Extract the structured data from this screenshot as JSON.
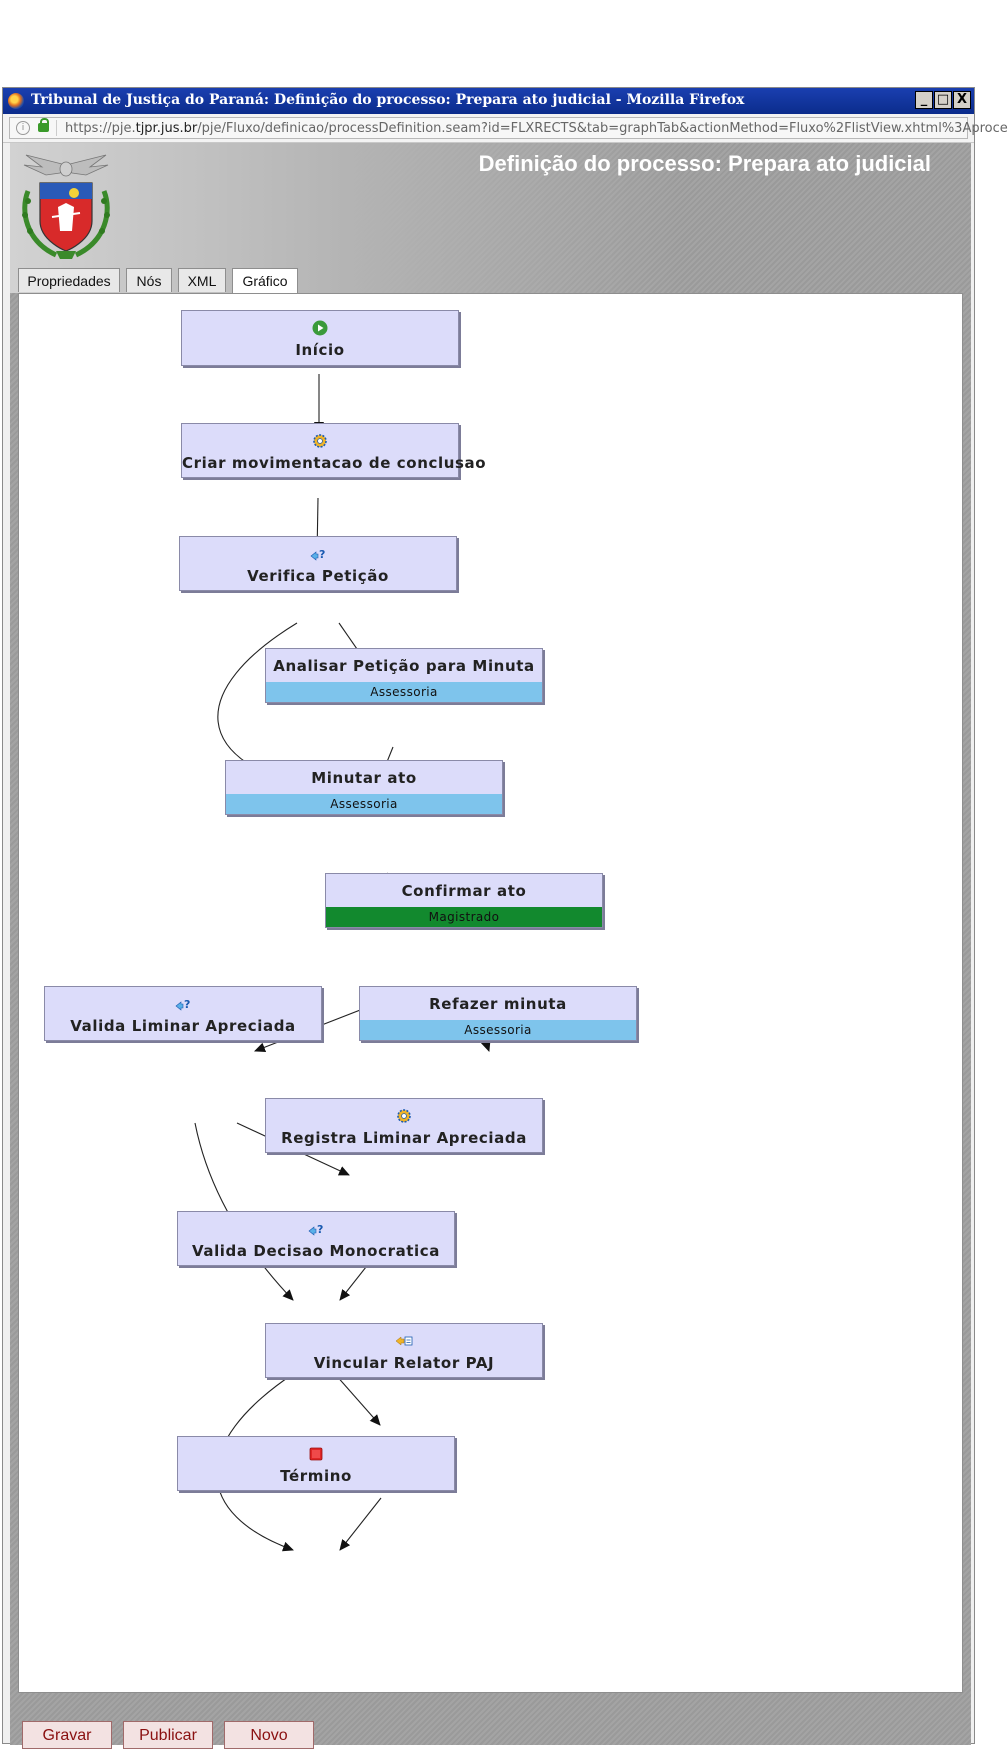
{
  "window": {
    "title": "Tribunal de Justiça do Paraná: Definição do processo: Prepara ato judicial - Mozilla Firefox",
    "controls": [
      "_",
      "□",
      "X"
    ]
  },
  "address_bar": {
    "url_prefix": "https://pje.",
    "url_domain": "tjpr.jus.br",
    "url_suffix": "/pje/Fluxo/definicao/processDefinition.seam?id=FLXRECTS&tab=graphTab&actionMethod=Fluxo%2FlistView.xhtml%3Aproce"
  },
  "header": {
    "title": "Definição do processo: Prepara ato judicial"
  },
  "tabs": [
    {
      "label": "Propriedades",
      "active": false
    },
    {
      "label": "Nós",
      "active": false
    },
    {
      "label": "XML",
      "active": false
    },
    {
      "label": "Gráfico",
      "active": true
    }
  ],
  "graph": {
    "nodes": [
      {
        "id": "inicio",
        "label": "Início",
        "icon": "start-icon"
      },
      {
        "id": "criar",
        "label": "Criar movimentacao de conclusao",
        "icon": "gear-icon"
      },
      {
        "id": "verifica",
        "label": "Verifica Petição",
        "icon": "decision-icon"
      },
      {
        "id": "analisar",
        "label": "Analisar Petição para Minuta",
        "lane": "Assessoria"
      },
      {
        "id": "minutar",
        "label": "Minutar ato",
        "lane": "Assessoria"
      },
      {
        "id": "confirmar",
        "label": "Confirmar ato",
        "lane": "Magistrado"
      },
      {
        "id": "valida_liminar",
        "label": "Valida Liminar Apreciada",
        "icon": "decision-icon"
      },
      {
        "id": "refazer",
        "label": "Refazer minuta",
        "lane": "Assessoria"
      },
      {
        "id": "registra",
        "label": "Registra Liminar Apreciada",
        "icon": "gear-icon"
      },
      {
        "id": "valida_decisao",
        "label": "Valida Decisao Monocratica",
        "icon": "decision-icon"
      },
      {
        "id": "vincular",
        "label": "Vincular Relator PAJ",
        "icon": "subprocess-icon"
      },
      {
        "id": "termino",
        "label": "Término",
        "icon": "end-icon"
      }
    ],
    "lane_colors": {
      "Assessoria": "#7ec4ec",
      "Magistrado": "#12892e"
    }
  },
  "buttons": {
    "gravar": "Gravar",
    "publicar": "Publicar",
    "novo": "Novo"
  }
}
